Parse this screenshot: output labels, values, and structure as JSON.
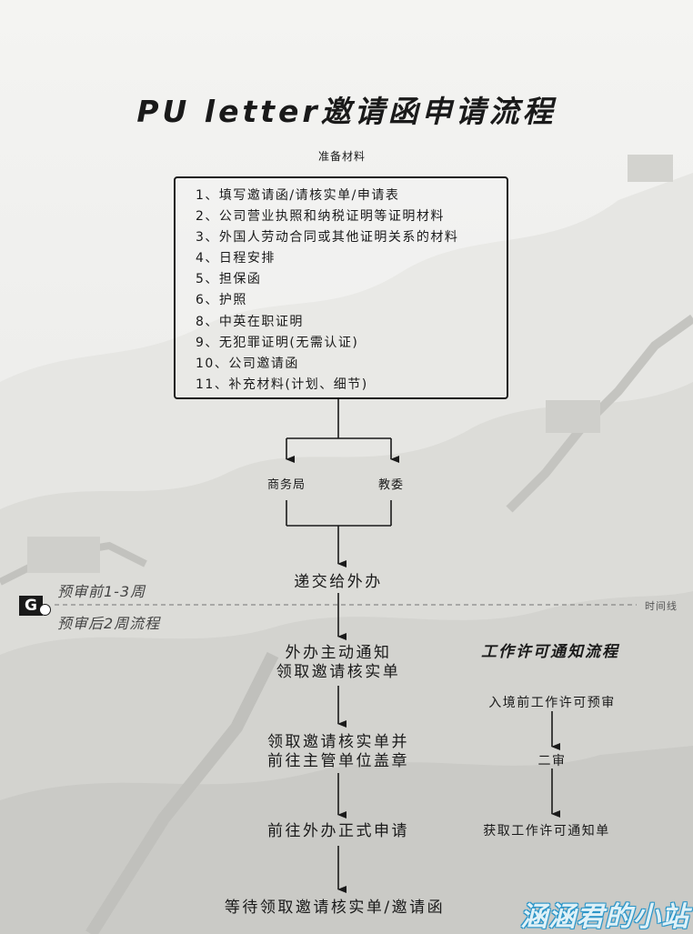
{
  "title": "PU letter邀请函申请流程",
  "materials": {
    "heading": "准备材料",
    "items": [
      "1、填写邀请函/请核实单/申请表",
      "2、公司营业执照和纳税证明等证明材料",
      "3、外国人劳动合同或其他证明关系的材料",
      "4、日程安排",
      "5、担保函",
      "6、护照",
      "8、中英在职证明",
      "9、无犯罪证明(无需认证)",
      "10、公司邀请函",
      "11、补充材料(计划、细节)"
    ]
  },
  "branches": {
    "left": "商务局",
    "right": "教委"
  },
  "timeline": {
    "before_label": "预审前1-3周",
    "after_label": "预审后2周流程",
    "axis_label": "时间线"
  },
  "steps": {
    "submit": "递交给外办",
    "notify_line1": "外办主动通知",
    "notify_line2": "领取邀请核实单",
    "stamp_line1": "领取邀请核实单并",
    "stamp_line2": "前往主管单位盖章",
    "formal": "前往外办正式申请",
    "wait": "等待领取邀请核实单/邀请函"
  },
  "work_permit": {
    "title": "工作许可通知流程",
    "step1": "入境前工作许可预审",
    "step2": "二审",
    "step3": "获取工作许可通知单"
  },
  "logo_text": "G",
  "watermark": "涵涵君的小站",
  "colors": {
    "ink": "#1a1a1a",
    "dashed_line": "#888888",
    "watermark_blue": "#2b95c8"
  }
}
